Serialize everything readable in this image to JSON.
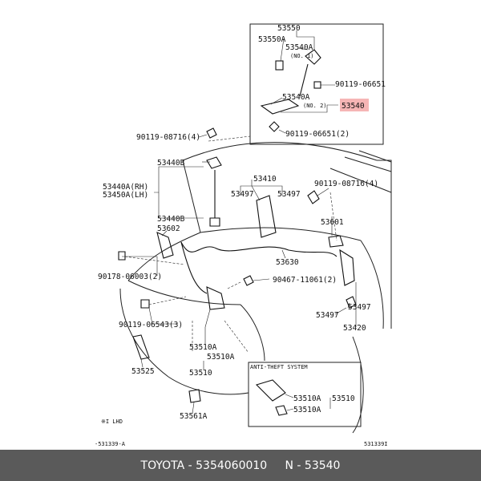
{
  "diagram": {
    "highlight_color": "#f6b5b5",
    "footer_bg": "#5a5a5a",
    "labels": {
      "p53550": "53550",
      "p53550A": "53550A",
      "p53540A_1": "53540A",
      "no1": "(NO. 1)",
      "b90119_06651": "90119-06651",
      "p53540A_2": "53540A",
      "no2": "(NO. 2)",
      "p53540": "53540",
      "b90119_06651_2": "90119-06651(2)",
      "b90119_08716_4a": "90119-08716(4)",
      "p53440B_top": "53440B",
      "p53410": "53410",
      "b90119_08716_4b": "90119-08716(4)",
      "p53440A": "53440A(RH)",
      "p53450A": "53450A(LH)",
      "p53497_a": "53497",
      "p53497_b": "53497",
      "p53440B_bot": "53440B",
      "p53601": "53601",
      "p53602": "53602",
      "p53630": "53630",
      "b90178_06003": "90178-06003(2)",
      "b90467_11061": "90467-11061(2)",
      "p53497_c": "53497",
      "p53497_d": "53497",
      "b90119_06543": "90119-06543(3)",
      "p53420": "53420",
      "p53510A_a": "53510A",
      "p53510A_b": "53510A",
      "p53525": "53525",
      "p53510_a": "53510",
      "anti_theft": "ANTI-THEFT SYSTEM",
      "p53510A_c": "53510A",
      "p53510_b": "53510",
      "p53510A_d": "53510A",
      "p53561A": "53561A",
      "lhd_note": "※I LHD",
      "ref_left": "-531339-A",
      "ref_right": "531339I"
    }
  },
  "footer": {
    "brand": "TOYOTA",
    "separator": " - ",
    "part_number": "5354060010",
    "spacer": "     ",
    "ref": "N - 53540"
  }
}
